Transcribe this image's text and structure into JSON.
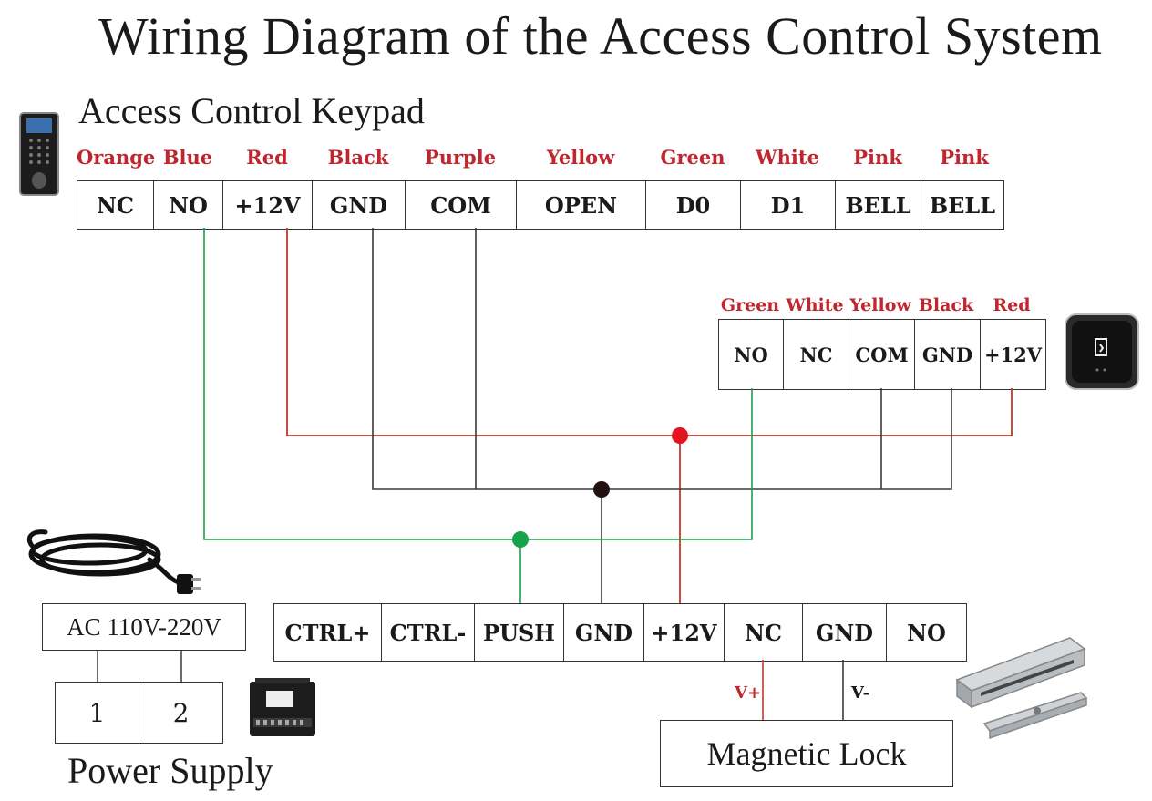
{
  "title": "Wiring Diagram of the Access Control System",
  "keypad": {
    "title": "Access Control Keypad",
    "wires": [
      "Orange",
      "Blue",
      "Red",
      "Black",
      "Purple",
      "Yellow",
      "Green",
      "White",
      "Pink",
      "Pink"
    ],
    "terminals": [
      "NC",
      "NO",
      "+12V",
      "GND",
      "COM",
      "OPEN",
      "D0",
      "D1",
      "BELL",
      "BELL"
    ]
  },
  "exit_button": {
    "wires": [
      "Green",
      "White",
      "Yellow",
      "Black",
      "Red"
    ],
    "terminals": [
      "NO",
      "NC",
      "COM",
      "GND",
      "+12V"
    ]
  },
  "controller": {
    "terminals": [
      "CTRL+",
      "CTRL-",
      "PUSH",
      "GND",
      "+12V",
      "NC",
      "GND",
      "NO"
    ]
  },
  "power": {
    "input_label": "AC 110V-220V",
    "terminals": [
      "1",
      "2"
    ],
    "title": "Power Supply"
  },
  "lock": {
    "title": "Magnetic Lock",
    "vplus": "V+",
    "vminus": "V-"
  },
  "colors": {
    "red_wire": "#c0392b",
    "black_wire": "#3a3a3a",
    "green_wire": "#1e9e4a",
    "label_red": "#c0262d"
  },
  "icons": [
    "keypad-device-icon",
    "exit-button-device-icon",
    "power-cord-icon",
    "power-supply-box-icon",
    "magnetic-lock-device-icon"
  ]
}
